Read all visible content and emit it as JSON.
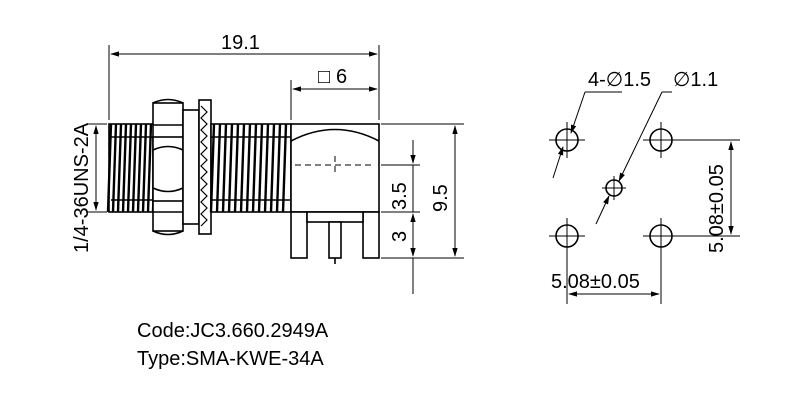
{
  "dimensions": {
    "overall_length": "19.1",
    "square_size_symbol": "□",
    "square_size": "6",
    "thread": "1/4-36UNS-2A",
    "height_upper": "3.5",
    "height_total": "9.5",
    "pin_length": "3",
    "hole_large": "4-∅1.5",
    "hole_small": "∅1.1",
    "pitch_vertical": "5.08±0.05",
    "pitch_horizontal": "5.08±0.05"
  },
  "captions": {
    "code": "Code:JC3.660.2949A",
    "type": "Type:SMA-KWE-34A"
  }
}
